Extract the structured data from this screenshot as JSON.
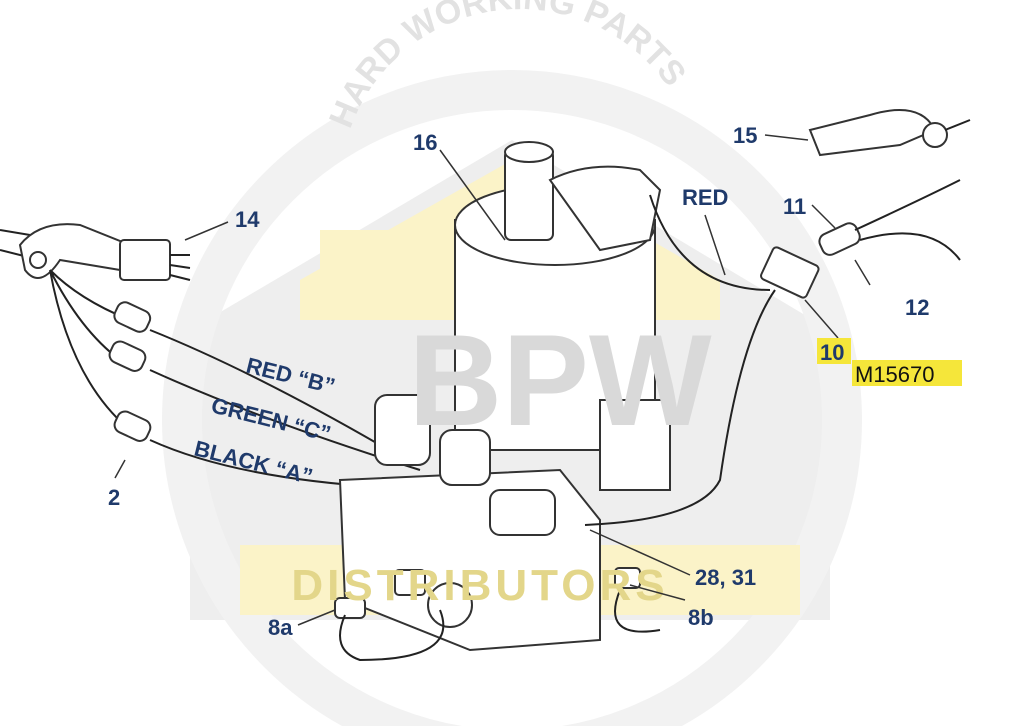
{
  "watermark": {
    "arc_text": "HARD WORKING PARTS",
    "logo_text": "BPW",
    "banner_text": "DISTRIBUTORS"
  },
  "labels": {
    "l16": "16",
    "red": "RED",
    "l15": "15",
    "l11": "11",
    "l14": "14",
    "l12": "12",
    "l10": "10",
    "part_number": "M15670",
    "red_b": "RED “B”",
    "green_c": "GREEN “C”",
    "black_a": "BLACK “A”",
    "l2": "2",
    "l28_31": "28, 31",
    "l8a": "8a",
    "l8b": "8b"
  },
  "colors": {
    "label": "#1f3a6b",
    "highlight": "#f5e63a",
    "watermark_gray": "#e8e8e8",
    "watermark_yellow": "#fbf3c8"
  }
}
